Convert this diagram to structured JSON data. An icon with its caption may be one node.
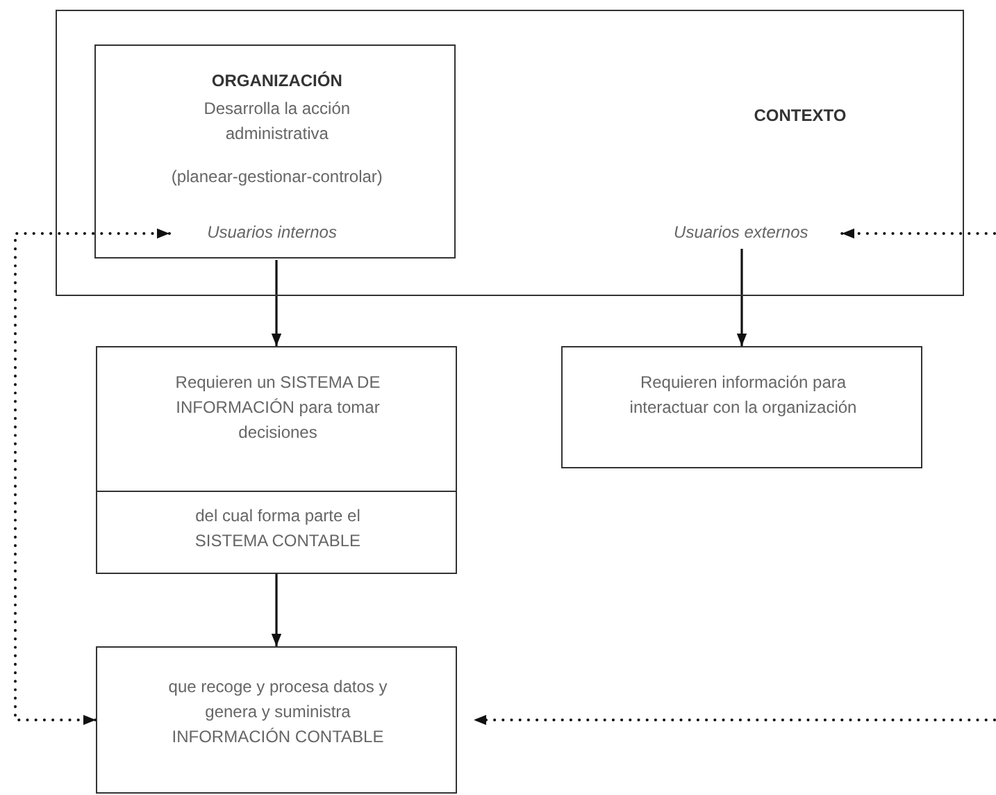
{
  "diagram": {
    "nodes": [
      {
        "text": [
          "CONTEXTO"
        ]
      },
      {
        "text": [
          "ORGANIZACIÓN",
          "Desarrolla la acción administrativa",
          "(planear-gestionar-controlar)"
        ],
        "in": 0
      },
      {
        "text": [
          "Usuarios internos"
        ],
        "in": 1
      },
      {
        "text": [
          "Usuarios externos"
        ],
        "in": 0
      },
      {
        "text": [
          "Requieren un SISTEMA DE INFORMACIÓN para tomar decisiones",
          "del cual forma parte el SISTEMA CONTABLE"
        ]
      },
      {
        "text": [
          "Requieren información para interactuar con la organización"
        ]
      },
      {
        "text": [
          "que recoge y procesa datos y genera y suministra INFORMACIÓN CONTABLE"
        ]
      }
    ],
    "edges": [
      {
        "from": 1,
        "to": 4,
        "arrow": "to"
      },
      {
        "from": 3,
        "to": 5,
        "arrow": "to"
      },
      {
        "from": 4,
        "to": 6,
        "arrow": "to"
      },
      {
        "from": 2,
        "to": 6,
        "arrow": "both",
        "style": "dashed"
      },
      {
        "from": null,
        "to": 3,
        "arrow": "to",
        "style": "dashed"
      },
      {
        "from": null,
        "to": 6,
        "arrow": "to",
        "style": "dashed"
      }
    ]
  }
}
